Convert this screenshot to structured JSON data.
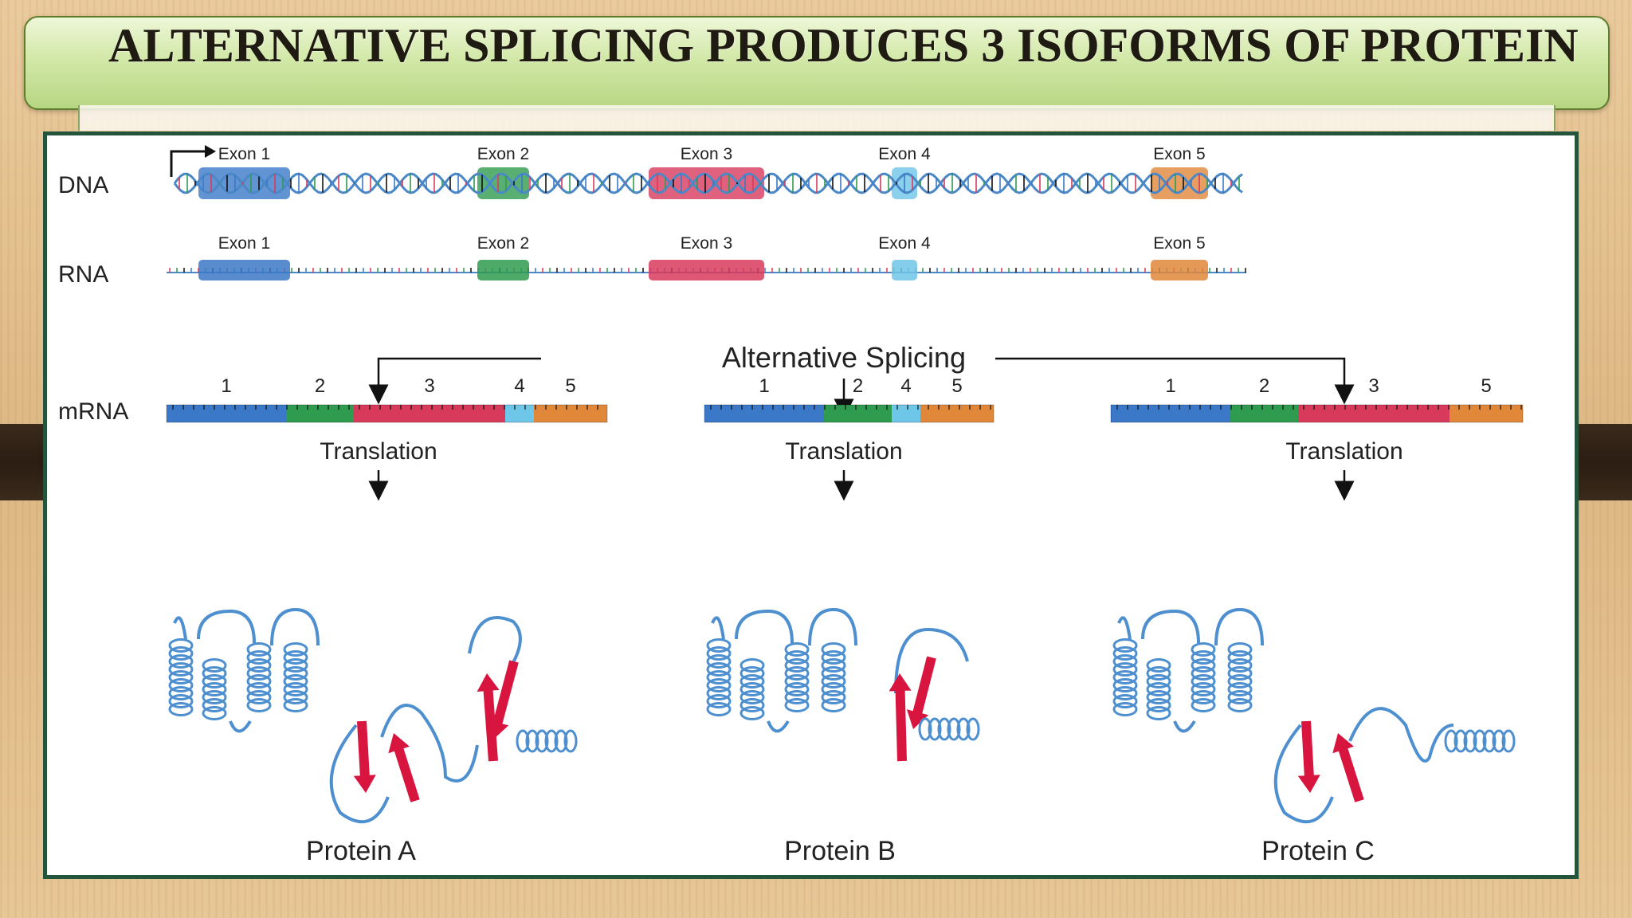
{
  "title": "ALTERNATIVE SPLICING PRODUCES 3 ISOFORMS OF PROTEIN",
  "rows": {
    "dna": "DNA",
    "rna": "RNA",
    "mrna": "mRNA"
  },
  "exons": [
    {
      "label": "Exon 1",
      "color": "#3b78c7"
    },
    {
      "label": "Exon 2",
      "color": "#2f9b4f"
    },
    {
      "label": "Exon 3",
      "color": "#d83a5c"
    },
    {
      "label": "Exon 4",
      "color": "#6ec6e8"
    },
    {
      "label": "Exon 5",
      "color": "#e0873a"
    }
  ],
  "splicing_label": "Alternative Splicing",
  "isoforms": [
    {
      "exon_numbers": [
        "1",
        "2",
        "3",
        "4",
        "5"
      ],
      "translation": "Translation",
      "protein": "Protein A"
    },
    {
      "exon_numbers": [
        "1",
        "2",
        "4",
        "5"
      ],
      "translation": "Translation",
      "protein": "Protein B"
    },
    {
      "exon_numbers": [
        "1",
        "2",
        "3",
        "5"
      ],
      "translation": "Translation",
      "protein": "Protein C"
    }
  ],
  "colors": {
    "helix_strand": "#4a88c8",
    "protein_coil": "#4d8fcf",
    "beta_arrow": "#d8153f",
    "frame_border": "#24543b",
    "title_bar": "#c6e098"
  }
}
